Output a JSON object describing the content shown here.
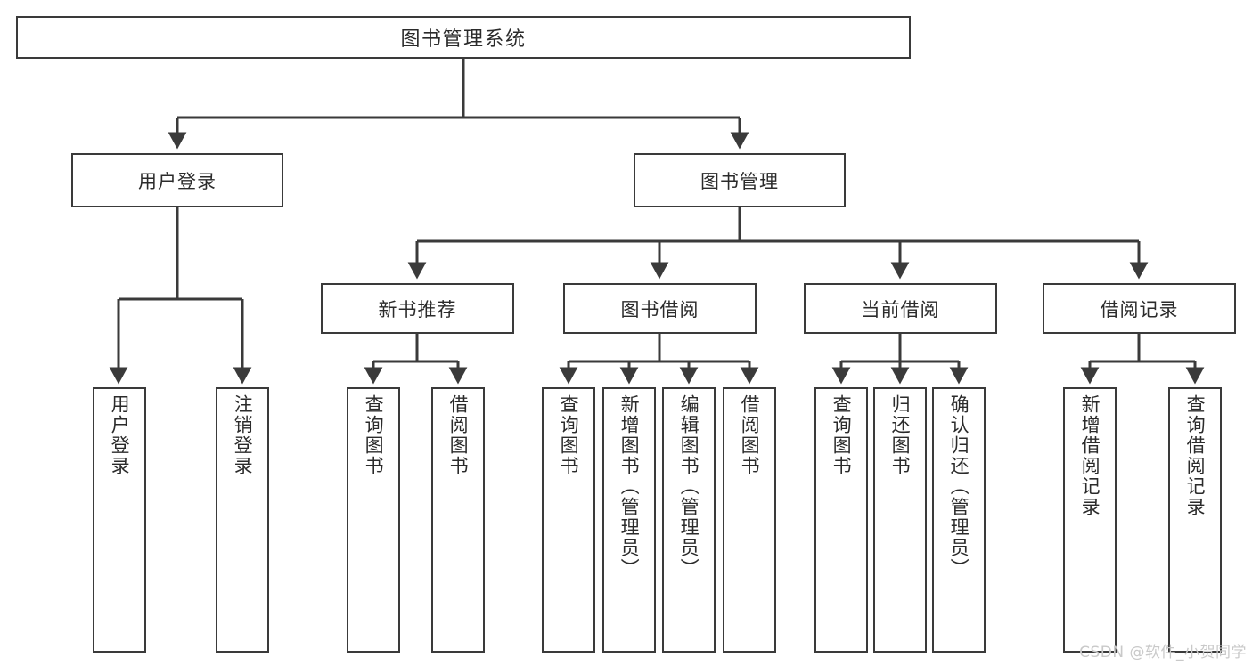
{
  "diagram": {
    "type": "tree",
    "background": "#ffffff",
    "line_color": "#3a3a3a",
    "text_color": "#2b2b2b",
    "root": {
      "label": "图书管理系统"
    },
    "level1": [
      {
        "label": "用户登录"
      },
      {
        "label": "图书管理"
      }
    ],
    "level2": [
      {
        "label": "新书推荐"
      },
      {
        "label": "图书借阅"
      },
      {
        "label": "当前借阅"
      },
      {
        "label": "借阅记录"
      }
    ],
    "leaves": {
      "user_login": [
        {
          "label": "用户登录"
        },
        {
          "label": "注销登录"
        }
      ],
      "new_book_recommend": [
        {
          "label": "查询图书"
        },
        {
          "label": "借阅图书"
        }
      ],
      "book_borrow": [
        {
          "label": "查询图书"
        },
        {
          "label": "新增图书（管理员）"
        },
        {
          "label": "编辑图书（管理员）"
        },
        {
          "label": "借阅图书"
        }
      ],
      "current_borrow": [
        {
          "label": "查询图书"
        },
        {
          "label": "归还图书"
        },
        {
          "label": "确认归还（管理员）"
        }
      ],
      "borrow_record": [
        {
          "label": "新增借阅记录"
        },
        {
          "label": "查询借阅记录"
        }
      ]
    }
  },
  "watermark": {
    "text": "CSDN @软件_小贺同学"
  }
}
